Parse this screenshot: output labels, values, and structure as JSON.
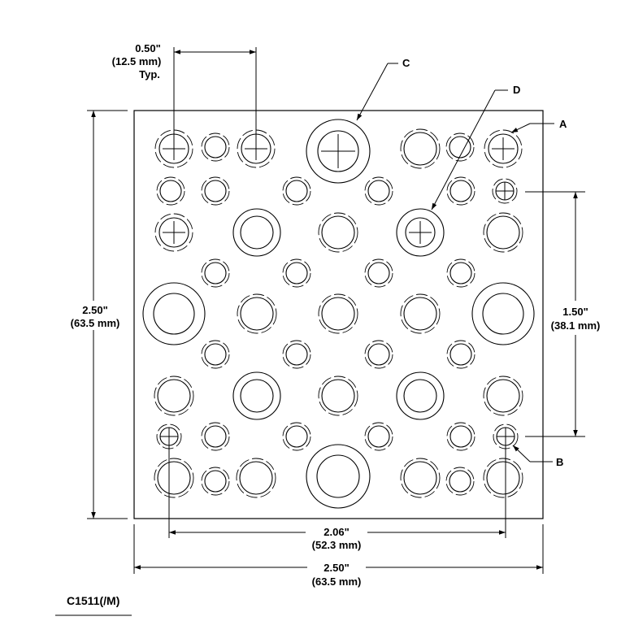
{
  "drawing": {
    "part_number": "C1511(/M)",
    "dimensions": {
      "hole_spacing": {
        "imperial": "0.50\"",
        "metric": "(12.5 mm)",
        "note": "Typ."
      },
      "plate_height": {
        "imperial": "2.50\"",
        "metric": "(63.5 mm)"
      },
      "plate_width": {
        "imperial": "2.50\"",
        "metric": "(63.5 mm)"
      },
      "mount_spacing_horizontal": {
        "imperial": "2.06\"",
        "metric": "(52.3 mm)"
      },
      "mount_spacing_vertical": {
        "imperial": "1.50\"",
        "metric": "(38.1 mm)"
      }
    },
    "callouts": {
      "a": "A",
      "b": "B",
      "c": "C",
      "d": "D"
    }
  }
}
